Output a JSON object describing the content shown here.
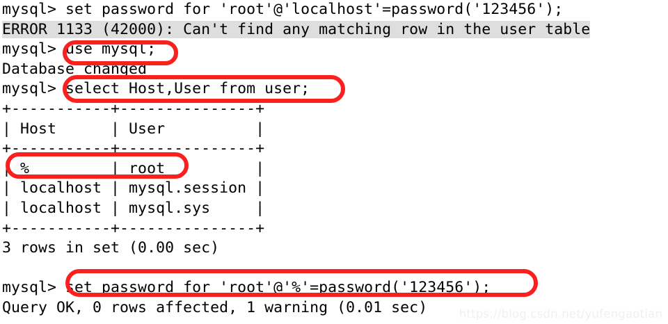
{
  "terminal": {
    "prompt": "mysql>",
    "background_color": "#ffffff",
    "text_color": "#000000",
    "selection_color": "#dedede",
    "lines": [
      {
        "id": "l1",
        "text": "mysql> set password for 'root'@'localhost'=password('123456');",
        "highlighted": false
      },
      {
        "id": "l2",
        "text": "ERROR 1133 (42000): Can't find any matching row in the user table",
        "highlighted": true
      },
      {
        "id": "l3",
        "text": "mysql> use mysql;",
        "highlighted": false
      },
      {
        "id": "l4",
        "text": "Database changed",
        "highlighted": false
      },
      {
        "id": "l5",
        "text": "mysql> select Host,User from user;",
        "highlighted": false
      },
      {
        "id": "l6",
        "text": "+-----------+---------------+",
        "highlighted": false
      },
      {
        "id": "l7",
        "text": "| Host      | User          |",
        "highlighted": false
      },
      {
        "id": "l8",
        "text": "+-----------+---------------+",
        "highlighted": false
      },
      {
        "id": "l9",
        "text": "| %         | root          |",
        "highlighted": false
      },
      {
        "id": "l10",
        "text": "| localhost | mysql.session |",
        "highlighted": false
      },
      {
        "id": "l11",
        "text": "| localhost | mysql.sys     |",
        "highlighted": false
      },
      {
        "id": "l12",
        "text": "+-----------+---------------+",
        "highlighted": false
      },
      {
        "id": "l13",
        "text": "3 rows in set (0.00 sec)",
        "highlighted": false
      },
      {
        "id": "l14",
        "text": "",
        "highlighted": false
      },
      {
        "id": "l15",
        "text": "mysql> set password for 'root'@'%'=password('123456');",
        "highlighted": false
      },
      {
        "id": "l16",
        "text": "Query OK, 0 rows affected, 1 warning (0.01 sec)",
        "highlighted": false
      }
    ]
  },
  "result_table": {
    "type": "table",
    "columns": [
      "Host",
      "User"
    ],
    "rows": [
      [
        "%",
        "root"
      ],
      [
        "localhost",
        "mysql.session"
      ],
      [
        "localhost",
        "mysql.sys"
      ]
    ],
    "row_count_text": "3 rows in set (0.00 sec)"
  },
  "annotations": {
    "color": "#fb2020",
    "boxes": [
      {
        "id": "box-use-mysql",
        "label": "use mysql;"
      },
      {
        "id": "box-select-host-user",
        "label": "select Host,User from user;"
      },
      {
        "id": "box-row-percent-root",
        "label": "| %         | root"
      },
      {
        "id": "box-set-password",
        "label": "set password for 'root'@'%'=password('123456');"
      }
    ]
  },
  "watermark": {
    "text": "https://blog.csdn.net/yufengaotian"
  }
}
